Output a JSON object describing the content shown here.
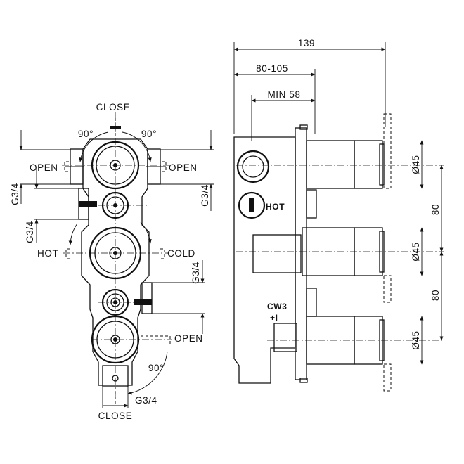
{
  "front_view": {
    "close_top": "CLOSE",
    "angle_left": "90°",
    "angle_right": "90°",
    "open_left": "OPEN",
    "open_right": "OPEN",
    "thread_left_upper": "G3/4",
    "thread_right_upper": "G3/4",
    "thread_left_lower": "G3/4",
    "hot": "HOT",
    "cold": "COLD",
    "thread_right_lower": "G3/4",
    "open_bottom": "OPEN",
    "angle_bottom": "90°",
    "thread_bottom": "G3/4",
    "close_bottom": "CLOSE"
  },
  "side_view": {
    "dim_total": "139",
    "dim_range": "80-105",
    "dim_min": "MIN 58",
    "dia_top": "Ø45",
    "dia_mid": "Ø45",
    "dia_bottom": "Ø45",
    "spacing_upper": "80",
    "spacing_lower": "80",
    "hot_label": "HOT",
    "cw_label": "CW3",
    "cw_sign": "+I"
  }
}
